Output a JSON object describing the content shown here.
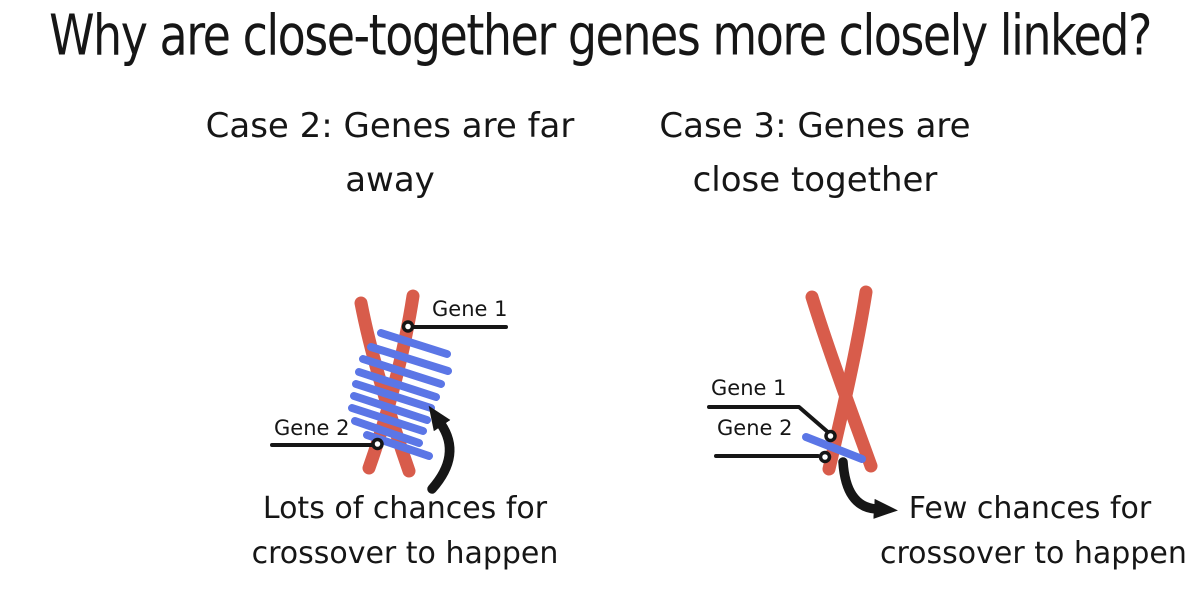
{
  "title": "Why are close-together genes more closely linked?",
  "colors": {
    "chromosome_red": "#d85c4b",
    "gene_blue": "#5b76e6",
    "ink_black": "#161616",
    "background": "#ffffff"
  },
  "case_far": {
    "heading_line1": "Case 2: Genes are far",
    "heading_line2": "away",
    "gene1_label": "Gene 1",
    "gene2_label": "Gene 2",
    "caption_line1": "Lots of chances for",
    "caption_line2": "crossover to happen",
    "crossover_chance_lines": 9
  },
  "case_close": {
    "heading_line1": "Case 3: Genes are",
    "heading_line2": "close together",
    "gene1_label": "Gene 1",
    "gene2_label": "Gene 2",
    "caption_line1": "Few chances for",
    "caption_line2": "crossover to happen",
    "crossover_chance_lines": 1
  }
}
